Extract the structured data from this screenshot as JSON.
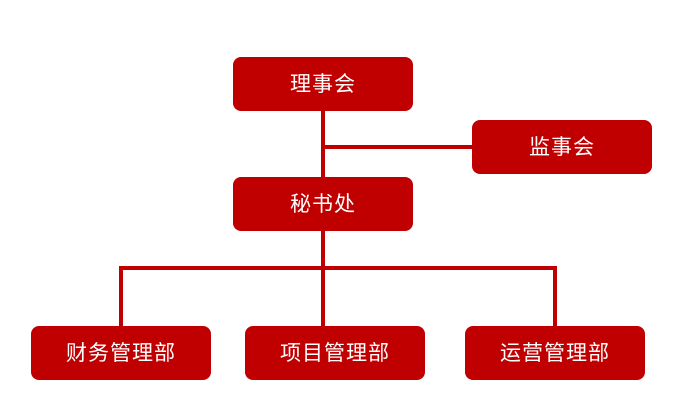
{
  "chart_data": {
    "type": "diagram",
    "diagram_type": "organization-chart",
    "title": "",
    "orientation": "top-down",
    "background_color": "#ffffff",
    "node_color": "#c00000",
    "node_text_color": "#ffffff",
    "connector_color": "#c00000",
    "nodes": [
      {
        "id": "board",
        "label": "理事会",
        "level": 0
      },
      {
        "id": "supervisors",
        "label": "监事会",
        "level": 1
      },
      {
        "id": "secretariat",
        "label": "秘书处",
        "level": 1
      },
      {
        "id": "finance",
        "label": "财务管理部",
        "level": 2
      },
      {
        "id": "project",
        "label": "项目管理部",
        "level": 2
      },
      {
        "id": "operations",
        "label": "运营管理部",
        "level": 2
      }
    ],
    "edges": [
      {
        "from": "board",
        "to": "secretariat"
      },
      {
        "from": "board",
        "to": "supervisors"
      },
      {
        "from": "secretariat",
        "to": "finance"
      },
      {
        "from": "secretariat",
        "to": "project"
      },
      {
        "from": "secretariat",
        "to": "operations"
      }
    ]
  },
  "nodes": {
    "board": {
      "label": "理事会"
    },
    "supervisors": {
      "label": "监事会"
    },
    "secretariat": {
      "label": "秘书处"
    },
    "finance": {
      "label": "财务管理部"
    },
    "project": {
      "label": "项目管理部"
    },
    "operations": {
      "label": "运营管理部"
    }
  }
}
